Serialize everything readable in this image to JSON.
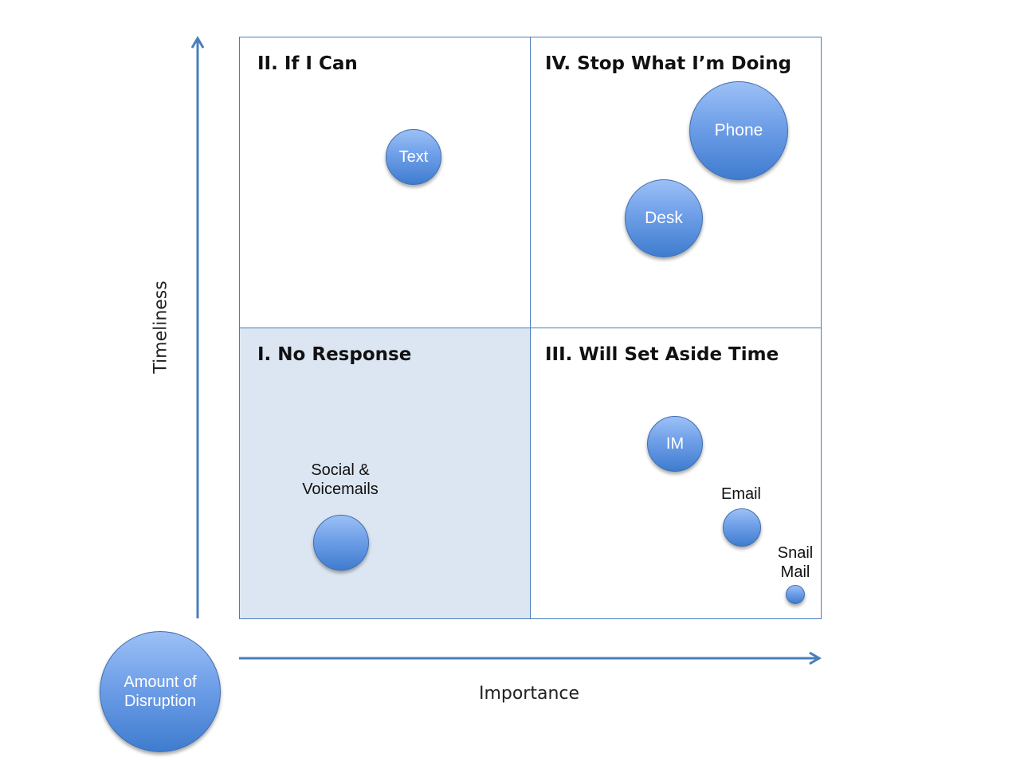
{
  "quadrants": {
    "q2": "II. If I Can",
    "q4": "IV. Stop What I’m Doing",
    "q1": "I. No Response",
    "q3": "III. Will Set Aside Time"
  },
  "bubbles": {
    "text": "Text",
    "phone": "Phone",
    "desk": "Desk",
    "social": "Social &\nVoicemails",
    "im": "IM",
    "email": "Email",
    "snail": "Snail\nMail"
  },
  "axes": {
    "y": "Timeliness",
    "x": "Importance"
  },
  "legend": {
    "label": "Amount of Disruption"
  },
  "colors": {
    "border": "#4a7ebb",
    "quadrant_highlight": "#dce6f2",
    "bubble": "#5b8fdc"
  }
}
